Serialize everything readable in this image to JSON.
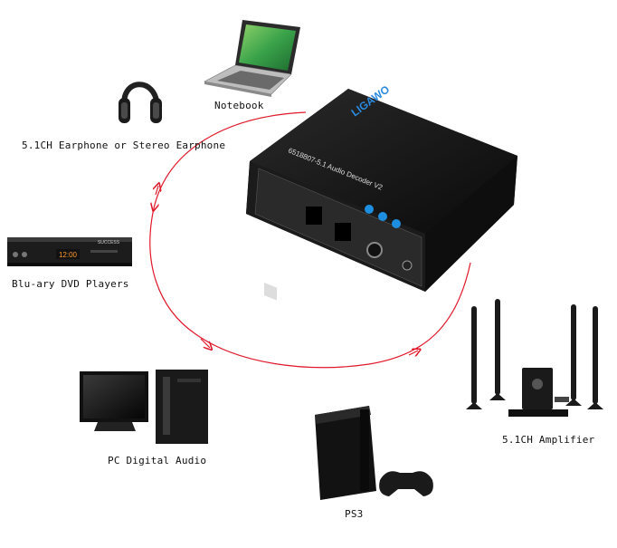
{
  "device": {
    "brand": "LIGAWO",
    "model": "6518807-5.1 Audio Decoder V2"
  },
  "devices": [
    {
      "id": "notebook",
      "label": "Notebook"
    },
    {
      "id": "earphone",
      "label": "5.1CH Earphone or Stereo Earphone"
    },
    {
      "id": "dvd",
      "label": "Blu-ary DVD Players",
      "brand": "SUCCESS",
      "display": "12:00"
    },
    {
      "id": "pc",
      "label": "PC Digital Audio"
    },
    {
      "id": "ps3",
      "label": "PS3"
    },
    {
      "id": "amplifier",
      "label": "5.1CH Amplifier"
    }
  ],
  "colors": {
    "cycle": "#e0192b",
    "device_body": "#141414",
    "accent_button": "#1e8fe0",
    "brand_text": "#2a8ae0"
  }
}
